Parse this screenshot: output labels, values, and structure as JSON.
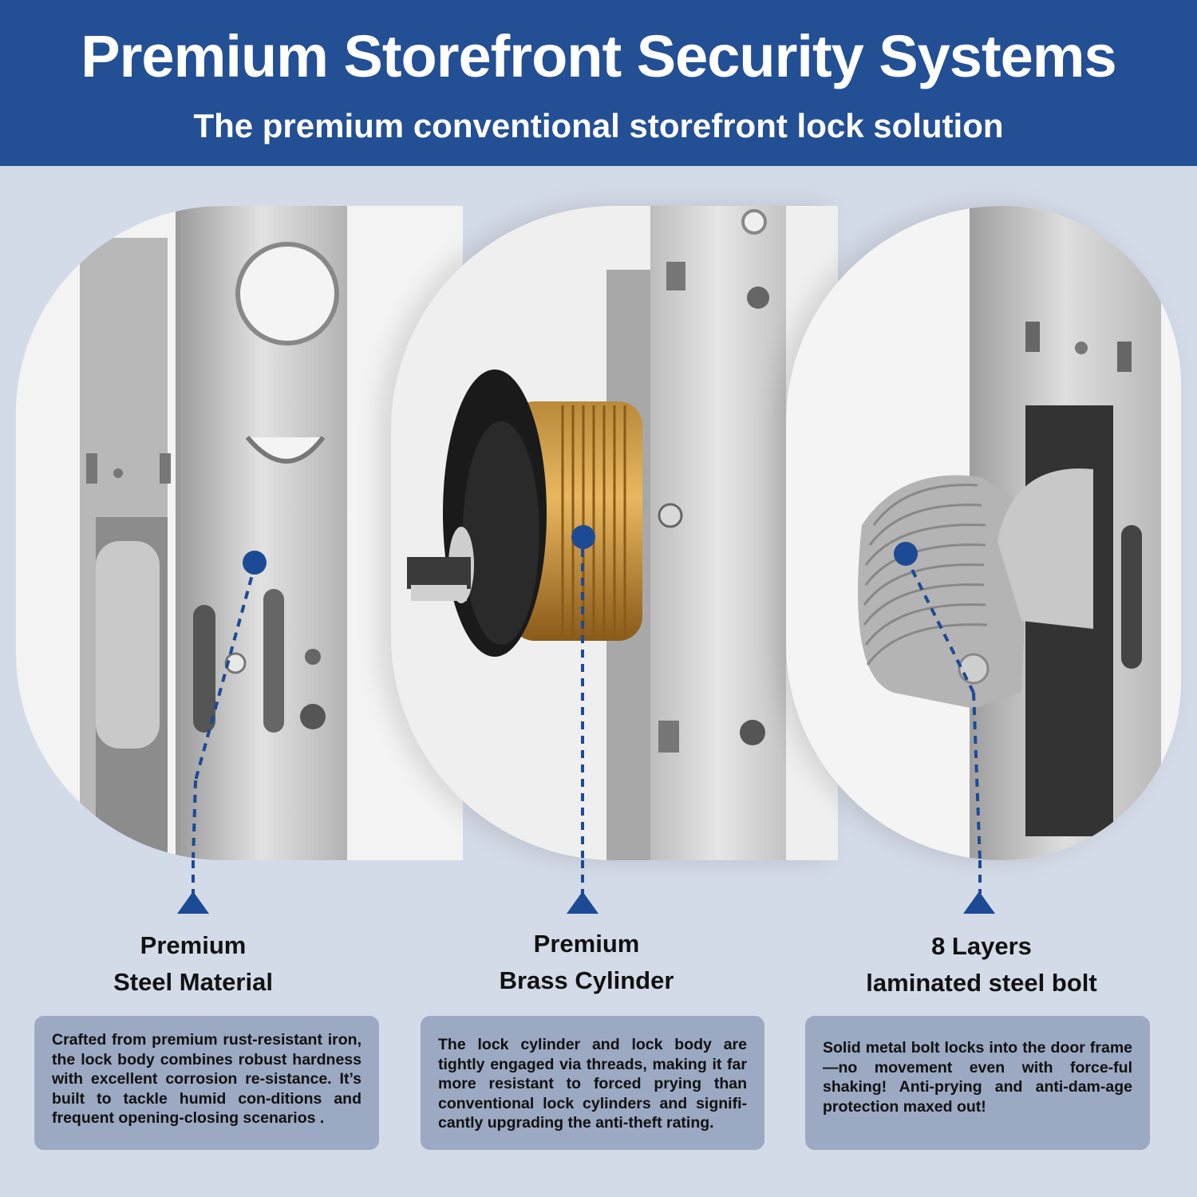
{
  "header": {
    "title": "Premium Storefront Security Systems",
    "subtitle": "The premium conventional storefront lock solution"
  },
  "features": [
    {
      "title_line1": "Premium",
      "title_line2": "Steel Material",
      "description": "Crafted from premium rust-resistant iron, the lock body combines robust hardness with excellent corrosion re-sistance. It’s built to tackle humid con-ditions and frequent opening-closing scenarios ."
    },
    {
      "title_line1": "Premium",
      "title_line2": "Brass Cylinder",
      "description": "The lock cylinder and lock body are tightly engaged via threads, making it far more resistant to forced prying than conventional lock cylinders and signifi-cantly upgrading the anti-theft rating."
    },
    {
      "title_line1": "8 Layers",
      "title_line2": "laminated steel bolt",
      "description": "Solid metal bolt locks into the door frame—no movement even with force-ful shaking! Anti-prying and anti-dam-age protection maxed out!"
    }
  ],
  "colors": {
    "header_bg": "#234f95",
    "accent": "#1d4a94",
    "page_bg": "#d4dbe8",
    "desc_bg": "#9ba9c2"
  }
}
